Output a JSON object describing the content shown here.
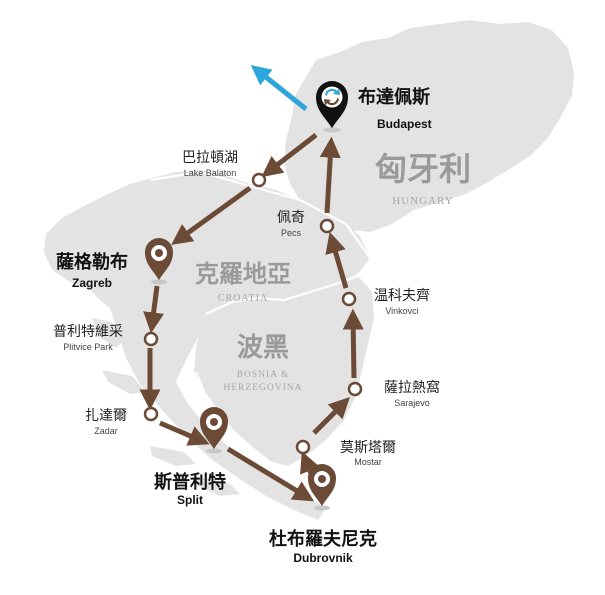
{
  "colors": {
    "route": "#6b4a36",
    "land": "#e3e3e3",
    "land_edge": "#ffffff",
    "stop_fill": "#ffffff",
    "pin": "#6b4a36",
    "budapest_pin": "#111111",
    "budapest_accent": "#3ba3d6",
    "arrow_blue": "#2ea6dc"
  },
  "countries": {
    "hungary": {
      "zh": "匈牙利",
      "en": "HUNGARY"
    },
    "croatia": {
      "zh": "克羅地亞",
      "en": "CROATIA"
    },
    "bosnia": {
      "zh": "波黑",
      "en_line1": "BOSNIA  &",
      "en_line2": "HERZEGOVINA"
    }
  },
  "stops": {
    "budapest": {
      "zh": "布達佩斯",
      "en": "Budapest"
    },
    "balaton": {
      "zh": "巴拉頓湖",
      "en": "Lake Balaton"
    },
    "zagreb": {
      "zh": "薩格勒布",
      "en": "Zagreb"
    },
    "plitvice": {
      "zh": "普利特維采",
      "en": "Plitvice Park"
    },
    "zadar": {
      "zh": "扎達爾",
      "en": "Zadar"
    },
    "split": {
      "zh": "斯普利特",
      "en": "Split"
    },
    "dubrovnik": {
      "zh": "杜布羅夫尼克",
      "en": "Dubrovnik"
    },
    "mostar": {
      "zh": "莫斯塔爾",
      "en": "Mostar"
    },
    "sarajevo": {
      "zh": "薩拉熱窩",
      "en": "Sarajevo"
    },
    "vinkovci": {
      "zh": "温科夫齊",
      "en": "Vinkovci"
    },
    "pecs": {
      "zh": "佩奇",
      "en": "Pecs"
    }
  },
  "icons": {
    "pin": "map-pin-icon",
    "stop": "stop-circle-icon",
    "arrow": "route-arrow-icon",
    "start": "departure-arrow-icon"
  }
}
